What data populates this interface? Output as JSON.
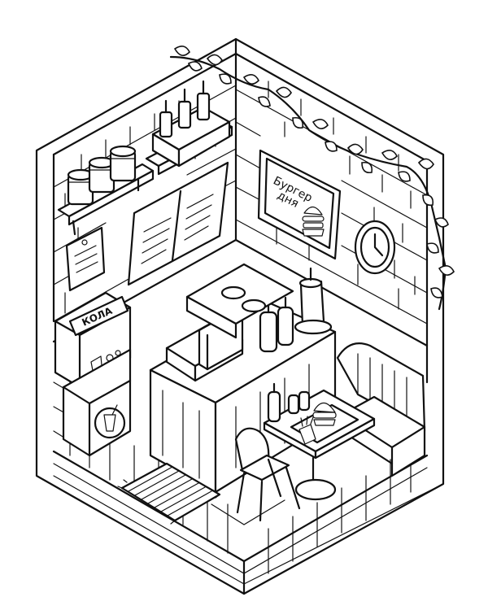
{
  "signs": {
    "cola_label": "КОЛА",
    "poster_line_1": "Бургер",
    "poster_line_2": "дня"
  }
}
